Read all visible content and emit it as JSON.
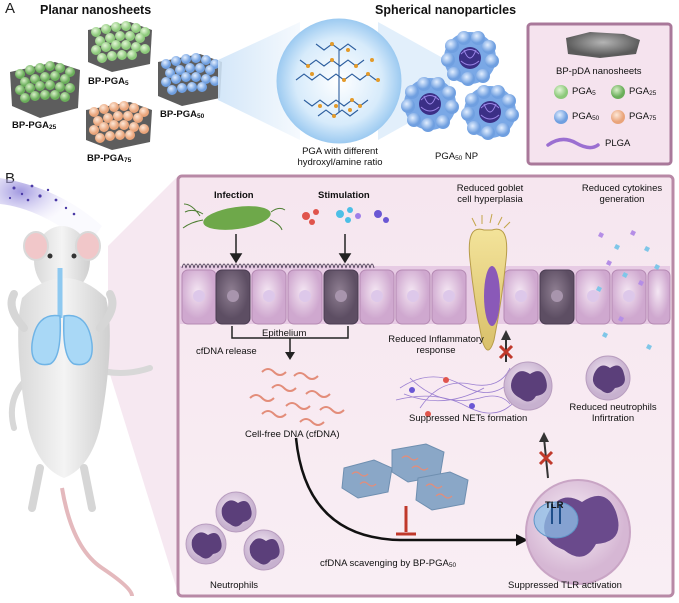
{
  "panel_a": {
    "letter": "A",
    "planar_title": "Planar nanosheets",
    "spherical_title": "Spherical nanoparticles",
    "labels": {
      "bp_pga5": "BP-PGA",
      "bp_pga5_sub": "5",
      "bp_pga25": "BP-PGA",
      "bp_pga25_sub": "25",
      "bp_pga75": "BP-PGA",
      "bp_pga75_sub": "75",
      "bp_pga50": "BP-PGA",
      "bp_pga50_sub": "50",
      "pga_caption_1": "PGA with different",
      "pga_caption_2": "hydroxyl/amine ratio",
      "pga50_np": "PGA",
      "pga50_np_sub": "50",
      "pga50_np_suffix": " NP"
    },
    "legend": {
      "title": "BP-pDA nanosheets",
      "pga5": "PGA",
      "pga5_sub": "5",
      "pga25": "PGA",
      "pga25_sub": "25",
      "pga50": "PGA",
      "pga50_sub": "50",
      "pga75": "PGA",
      "pga75_sub": "75",
      "plga": "PLGA"
    }
  },
  "panel_b": {
    "letter": "B",
    "infection": "Infection",
    "stimulation": "Stimulation",
    "goblet_1": "Reduced goblet",
    "goblet_2": "cell hyperplasia",
    "cytokines_1": "Reduced cytokines",
    "cytokines_2": "generation",
    "epithelium": "Epithelium",
    "cfdna_release": "cfDNA release",
    "inflammatory_1": "Reduced Inflammatory",
    "inflammatory_2": "response",
    "cfdna": "Cell-free DNA (cfDNA)",
    "nets": "Suppressed NETs formation",
    "neutro_red_1": "Reduced neutrophils",
    "neutro_red_2": "Infirtration",
    "tlr": "TLR",
    "scavenging": "cfDNA scavenging by BP-PGA",
    "scavenging_sub": "50",
    "neutrophils": "Neutrophils",
    "tlr_activation": "Suppressed TLR activation"
  },
  "colors": {
    "pga5": "#9ed48a",
    "pga25": "#7bbf6a",
    "pga50": "#7aa8e6",
    "pga75": "#f2b48c",
    "plga": "#9b6fd1",
    "panel_bg": "#f7e4ee",
    "panel_border": "#b889a6",
    "epithelium": "#d9b5d6",
    "neutrophil": "#8e6aa6"
  }
}
